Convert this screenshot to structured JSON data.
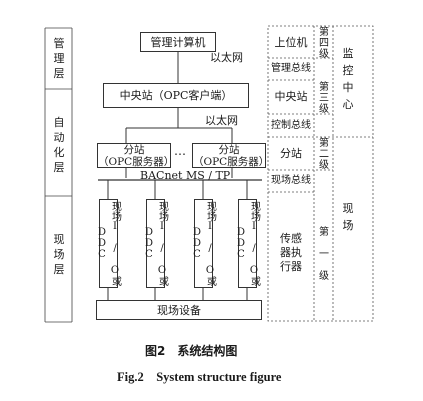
{
  "layers": {
    "management": "管理层",
    "automation": "自动化层",
    "field": "现场层"
  },
  "nodes": {
    "mgmt_computer": "管理计算机",
    "ethernet_1": "以太网",
    "central_station": "中央站（OPC客户端）",
    "ethernet_2": "以太网",
    "substation_1": [
      "分站",
      "（OPC服务器）"
    ],
    "ellipsis": "…",
    "substation_2": [
      "分站",
      "（OPC服务器）"
    ],
    "bacnet": "BACnet MS / TP",
    "ddc_label": "现场I / O或DDC",
    "field_equipment": "现场设备"
  },
  "side_table": {
    "rows": [
      {
        "label": "上位机",
        "level": "第四级"
      },
      {
        "label": "管理总线"
      },
      {
        "label": "中央站",
        "level": "第三级"
      },
      {
        "label": "控制总线"
      },
      {
        "label": "分站",
        "level": "第二级"
      },
      {
        "label": "现场总线"
      },
      {
        "label": "传感器执行器",
        "level": "第一级"
      }
    ],
    "group_top": "监控中心",
    "group_bottom": "现场"
  },
  "caption": {
    "cn": "图2　系统结构图",
    "en": "Fig.2　System structure figure"
  }
}
